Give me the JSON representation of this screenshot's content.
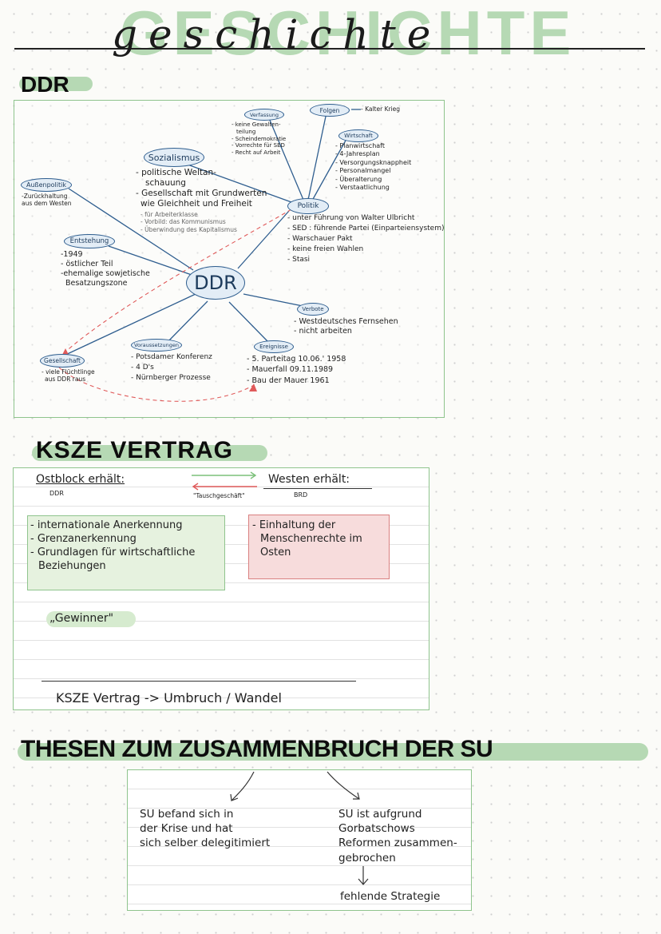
{
  "title": {
    "outline": "GESCHICHTE",
    "script": "geschichte"
  },
  "ddr_section": {
    "heading": "DDR",
    "center": "DDR",
    "sozialismus": {
      "label": "Sozialismus",
      "items": [
        "- politische Weltan-",
        "schauung",
        "- Gesellschaft mit Grundwerten",
        "wie Gleichheit und Freiheit"
      ],
      "small": [
        "- für Arbeiterklasse",
        "- Vorbild: das Kommunismus",
        "- Überwindung des Kapitalismus"
      ]
    },
    "aussenpolitik": {
      "label": "Außenpolitik",
      "items": [
        "-Zurückhaltung",
        "aus dem Westen"
      ]
    },
    "entstehung": {
      "label": "Entstehung",
      "items": [
        "-1949",
        "- östlicher Teil",
        "-ehemalige sowjetische",
        "Besatzungszone"
      ]
    },
    "gesellschaft": {
      "label": "Gesellschaft",
      "items": [
        "- viele Flüchtlinge",
        "aus DDR raus"
      ]
    },
    "voraussetzungen": {
      "label": "Voraussetzungen",
      "items": [
        "- Potsdamer Konferenz",
        "- 4 D's",
        "- Nürnberger Prozesse"
      ]
    },
    "ereignisse": {
      "label": "Ereignisse",
      "items": [
        "- 5. Parteitag 10.06.' 1958",
        "- Mauerfall 09.11.1989",
        "- Bau der Mauer 1961"
      ]
    },
    "verbote": {
      "label": "Verbote",
      "items": [
        "- Westdeutsches Fernsehen",
        "- nicht arbeiten"
      ]
    },
    "politik": {
      "label": "Politik",
      "items": [
        "- unter Führung von Walter Ulbricht",
        "- SED : führende Partei (Einparteiensystem)",
        "- Warschauer Pakt",
        "- keine freien Wahlen",
        "- Stasi"
      ]
    },
    "verfassung": {
      "label": "Verfassung",
      "items": [
        "- keine Gewalten-",
        "teilung",
        "- Scheindemokratie",
        "- Vorrechte für SED",
        "- Recht auf Arbeit"
      ]
    },
    "folgen": {
      "label": "Folgen",
      "items": [
        "- Kalter Krieg"
      ]
    },
    "wirtschaft": {
      "label": "Wirtschaft",
      "items": [
        "- Planwirtschaft",
        "- 4-Jahresplan",
        "- Versorgungsknappheit",
        "- Personalmangel",
        "- Überalterung",
        "- Verstaatlichung"
      ]
    }
  },
  "ksze_section": {
    "heading": "KSZE VERTRAG",
    "left_head": "Ostblock erhält:",
    "left_sub": "DDR",
    "middle": "\"Tauschgeschäft\"",
    "right_head": "Westen erhält:",
    "right_sub": "BRD",
    "left_items": [
      "- internationale Anerkennung",
      "- Grenzanerkennung",
      "- Grundlagen für wirtschaftliche",
      "Beziehungen"
    ],
    "right_items": [
      "- Einhaltung der",
      "Menschenrechte im",
      "Osten"
    ],
    "winner": "„Gewinner\"",
    "result": "KSZE Vertrag -> Umbruch / Wandel"
  },
  "thesen_section": {
    "heading": "THESEN ZUM ZUSAMMENBRUCH DER SU",
    "left": [
      "SU befand sich in",
      "der Krise und hat",
      "sich selber delegitimiert"
    ],
    "right": [
      "SU ist aufgrund",
      "Gorbatschows",
      "Reformen zusammen-",
      "gebrochen"
    ],
    "bottom": "fehlende Strategie"
  },
  "colors": {
    "accent_green": "#b6d9b4",
    "box_green": "#8fc48d",
    "node_blue": "#2f5e8f",
    "red_box": "#f7dcdc"
  }
}
